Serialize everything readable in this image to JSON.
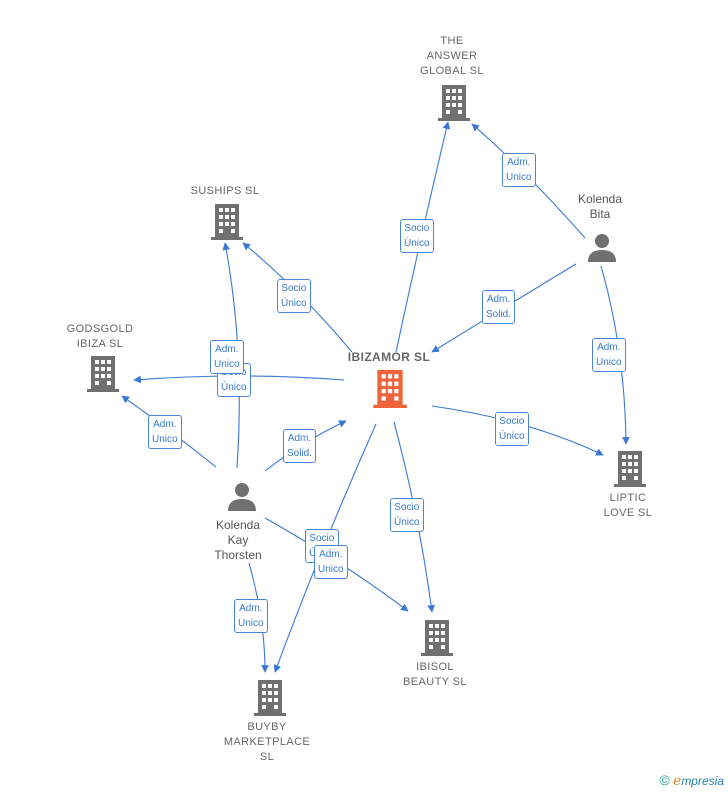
{
  "nodes": {
    "center": {
      "label": "IBIZAMOR  SL",
      "color": "#f0643c"
    },
    "answer": {
      "label": "THE\nANSWER\nGLOBAL  SL"
    },
    "suships": {
      "label": "SUSHIPS  SL"
    },
    "godsgold": {
      "label": "GODSGOLD\nIBIZA  SL"
    },
    "liptic": {
      "label": "LIPTIC\nLOVE  SL"
    },
    "ibisol": {
      "label": "IBISOL\nBEAUTY  SL"
    },
    "buyby": {
      "label": "BUYBY\nMARKETPLACE\nSL"
    }
  },
  "people": {
    "bita": {
      "label": "Kolenda\nBita"
    },
    "kay": {
      "label": "Kolenda\nKay\nThorsten"
    }
  },
  "edge_labels": {
    "center_answer": "Socio\nÚnico",
    "bita_answer": "Adm.\nUnico",
    "center_suships": "Socio\nÚnico",
    "bita_center": "Adm.\nSolid.",
    "bita_liptic": "Adm.\nUnico",
    "center_liptic": "Socio\nÚnico",
    "center_godsgold_socio": "Socio\nÚnico",
    "kay_suships_adm": "Adm.\nUnico",
    "kay_godsgold": "Adm.\nUnico",
    "kay_center": "Adm.\nSolid.",
    "center_ibisol": "Socio\nÚnico",
    "center_buyby_socio": "Socio\nÚnico",
    "kay_ibisol_adm": "Adm.\nUnico",
    "kay_buyby": "Adm.\nUnico"
  },
  "colors": {
    "edge": "#3a78d6",
    "building": "#707070",
    "person": "#707070"
  },
  "brand": {
    "copyright": "©",
    "e": "e",
    "rest": "mpresia"
  }
}
